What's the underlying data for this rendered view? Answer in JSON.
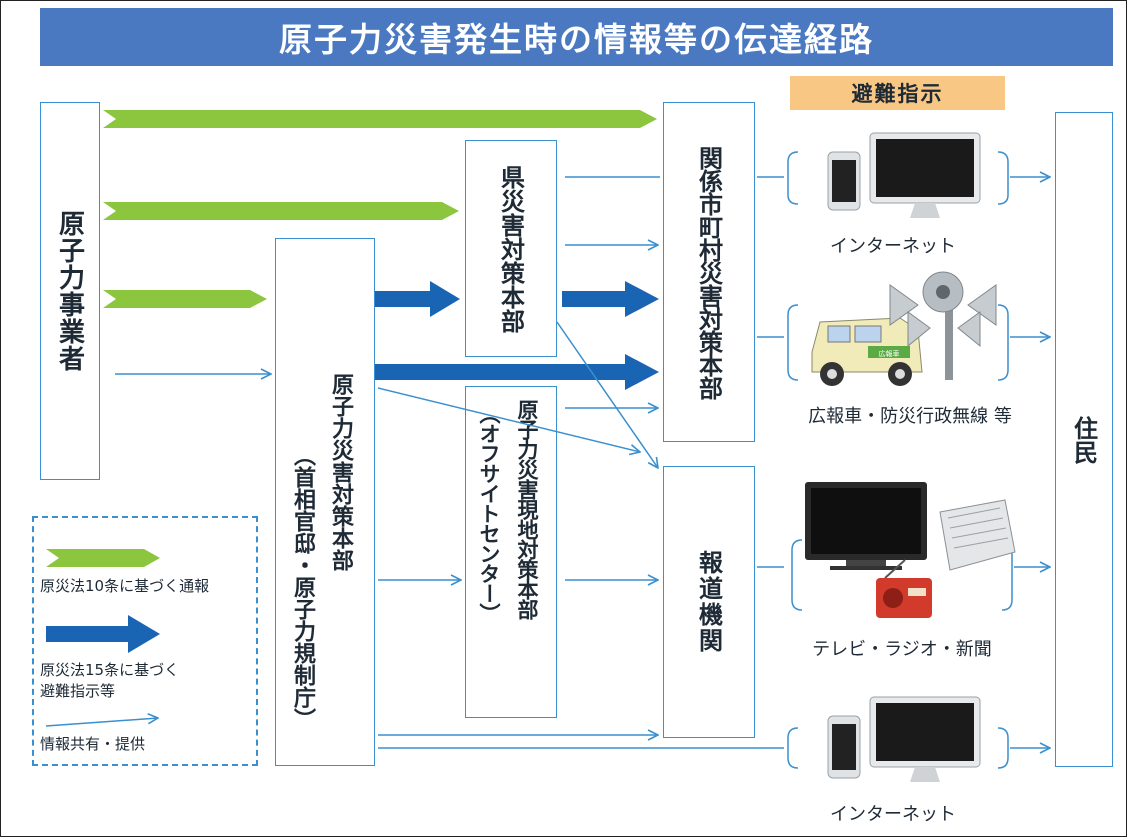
{
  "title": "原子力災害発生時の情報等の伝達経路",
  "evacuation_label": "避難指示",
  "nodes": {
    "operator": "原子力事業者",
    "national_hq": "原子力災害対策本部",
    "national_hq_sub": "（首相官邸・原子力規制庁）",
    "prefecture_hq": "県災害対策本部",
    "local_hq": "原子力災害現地対策本部",
    "local_hq_sub": "（オフサイトセンター）",
    "municipal_hq": "関係市町村災害対策本部",
    "media": "報道機関",
    "residents": "住民"
  },
  "channels": {
    "internet_top": "インターネット",
    "pr_vehicle": "広報車・防災行政無線 等",
    "tv_radio": "テレビ・ラジオ・新聞",
    "internet_bottom": "インターネット"
  },
  "legend": {
    "green": "原災法10条に基づく通報",
    "blue_line1": "原災法15条に基づく",
    "blue_line2": "避難指示等",
    "thin": "情報共有・提供"
  },
  "vehicle_sign": "広報車",
  "colors": {
    "title_bar": "#4a79c2",
    "green_arrow": "#8cc63f",
    "blue_arrow": "#1a64b4",
    "thin_arrow": "#3a8fcf",
    "evac_label_bg": "#f8c784",
    "box_border": "#3a8fcf"
  }
}
